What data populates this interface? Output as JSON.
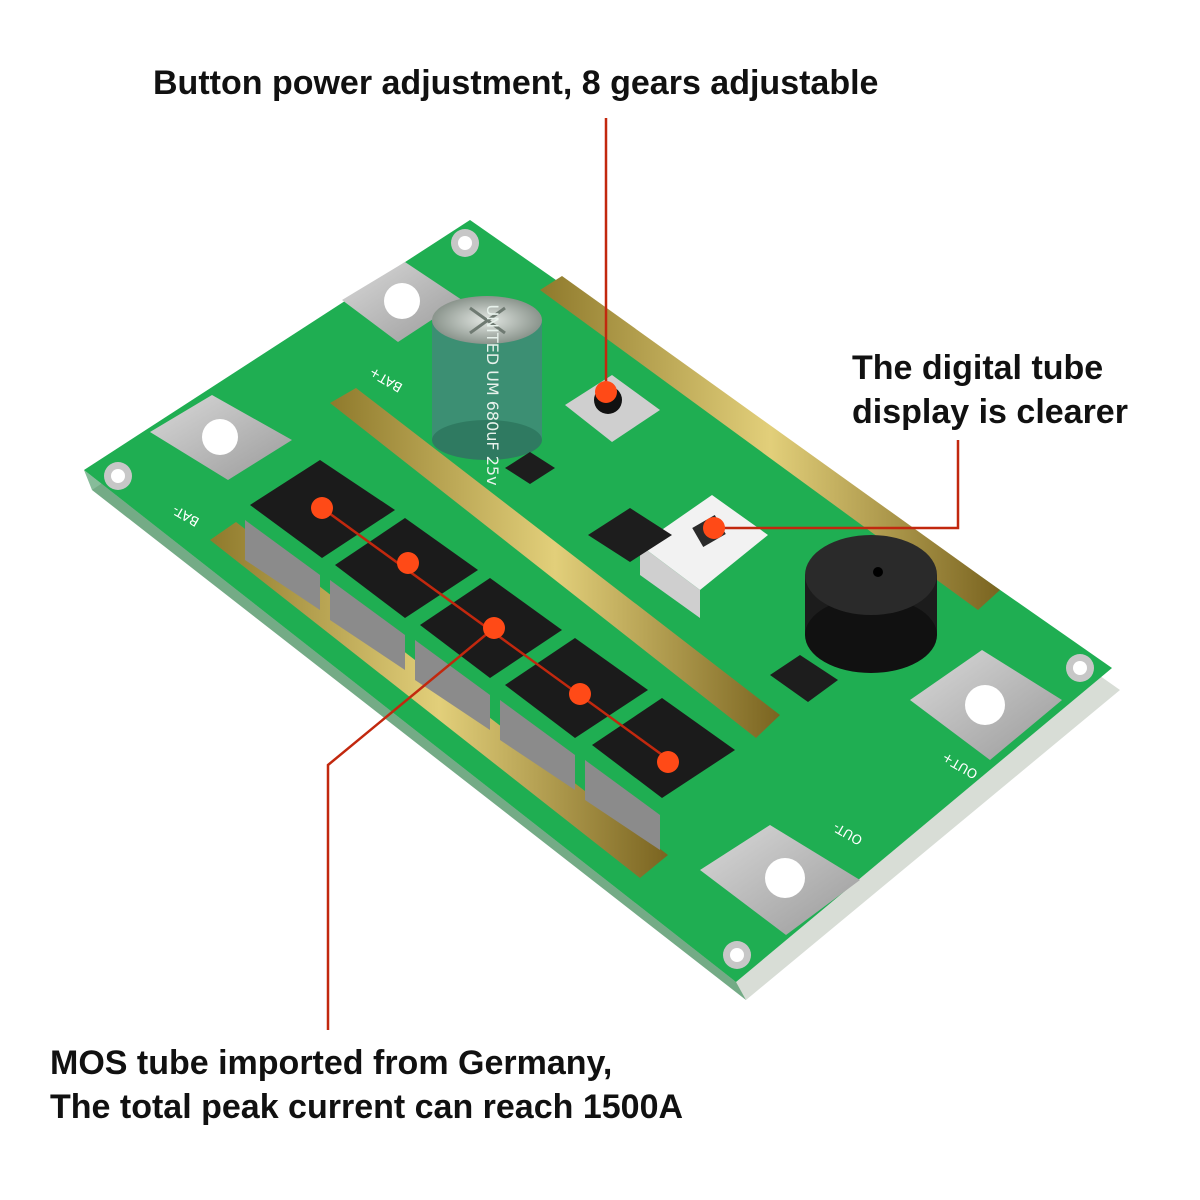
{
  "annotations": {
    "button_power": "Button power adjustment, 8 gears adjustable",
    "display_line1": "The digital tube",
    "display_line2": "display is clearer",
    "mos_line1": "MOS tube imported from Germany,",
    "mos_line2": "The total peak current can reach 1500A"
  },
  "board_labels": {
    "bat_plus": "BAT+",
    "bat_minus": "BAT-",
    "out_plus": "OUT+",
    "out_minus": "OUT-",
    "capacitor_text": "UNITED UM 680uF 25v"
  },
  "colors": {
    "pcb_green": "#1fae52",
    "callout_line": "#c2280e",
    "callout_dot": "#ff4a17"
  }
}
